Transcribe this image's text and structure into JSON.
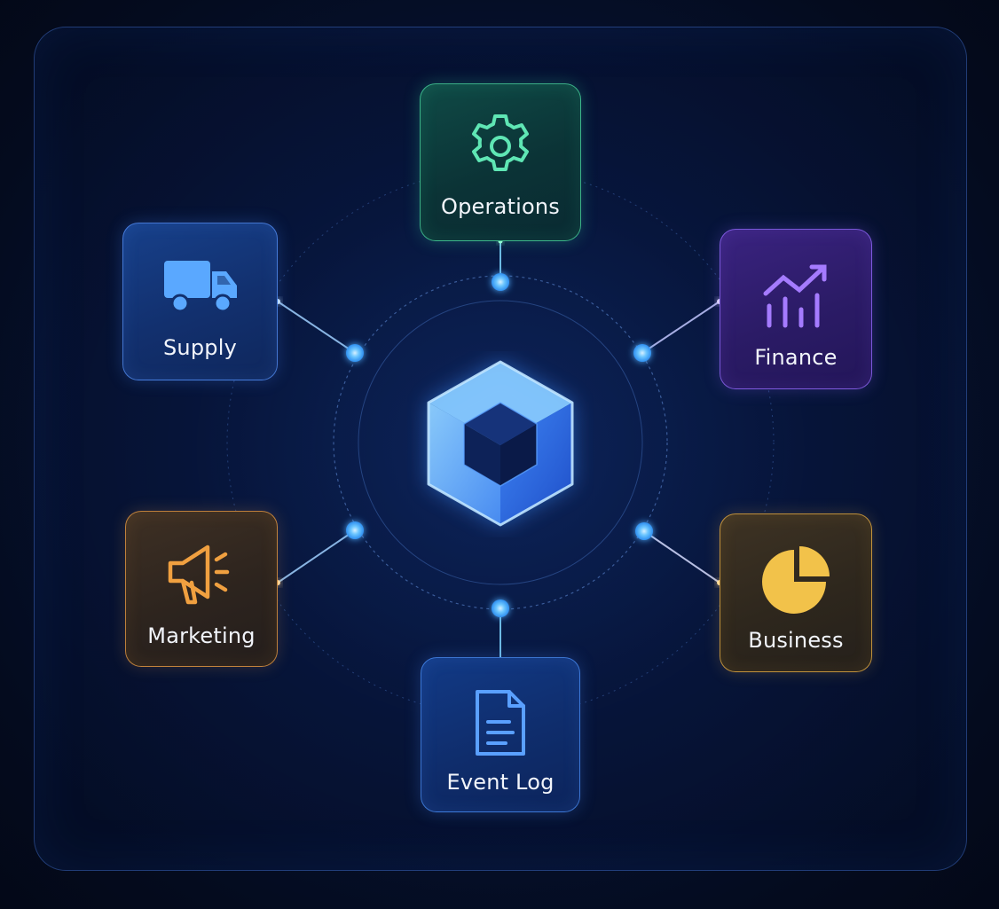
{
  "diagram": {
    "hub": {
      "icon": "cube-icon"
    },
    "nodes": {
      "operations": {
        "label": "Operations",
        "icon": "gear-icon",
        "color": "#5fe6b4"
      },
      "supply": {
        "label": "Supply",
        "icon": "truck-icon",
        "color": "#5aa8ff"
      },
      "finance": {
        "label": "Finance",
        "icon": "trending-chart-icon",
        "color": "#a57bff"
      },
      "marketing": {
        "label": "Marketing",
        "icon": "megaphone-icon",
        "color": "#f0a040"
      },
      "business": {
        "label": "Business",
        "icon": "pie-chart-icon",
        "color": "#f2c24a"
      },
      "eventlog": {
        "label": "Event Log",
        "icon": "document-icon",
        "color": "#5aa0ff"
      }
    }
  }
}
